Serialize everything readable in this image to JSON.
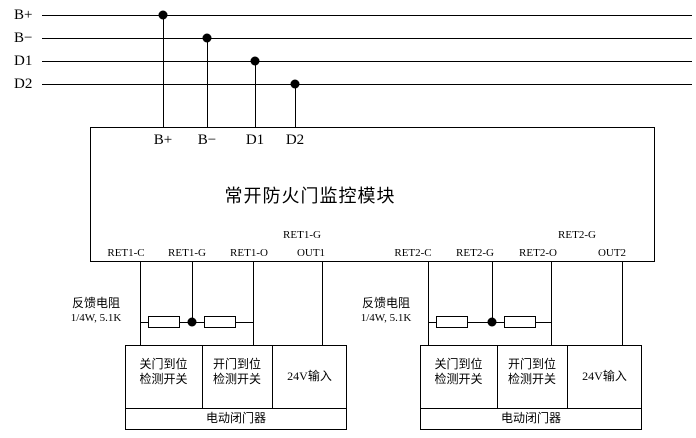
{
  "bus": [
    {
      "label": "B+"
    },
    {
      "label": "B−"
    },
    {
      "label": "D1"
    },
    {
      "label": "D2"
    }
  ],
  "module": {
    "title": "常开防火门监控模块",
    "top_terminals": [
      "B+",
      "B−",
      "D1",
      "D2"
    ],
    "groups": [
      {
        "upper_label": "RET1-G",
        "terminals": [
          "RET1-C",
          "RET1-G",
          "RET1-O",
          "OUT1"
        ],
        "feedback_line1": "反馈电阻",
        "feedback_line2": "1/4W, 5.1K",
        "closer": {
          "sections": [
            "关门到位\n检测开关",
            "开门到位\n检测开关",
            "24V输入"
          ],
          "label": "电动闭门器"
        }
      },
      {
        "upper_label": "RET2-G",
        "terminals": [
          "RET2-C",
          "RET2-G",
          "RET2-O",
          "OUT2"
        ],
        "feedback_line1": "反馈电阻",
        "feedback_line2": "1/4W, 5.1K",
        "closer": {
          "sections": [
            "关门到位\n检测开关",
            "开门到位\n检测开关",
            "24V输入"
          ],
          "label": "电动闭门器"
        }
      }
    ]
  },
  "colors": {
    "line": "#000000",
    "background": "#ffffff"
  }
}
